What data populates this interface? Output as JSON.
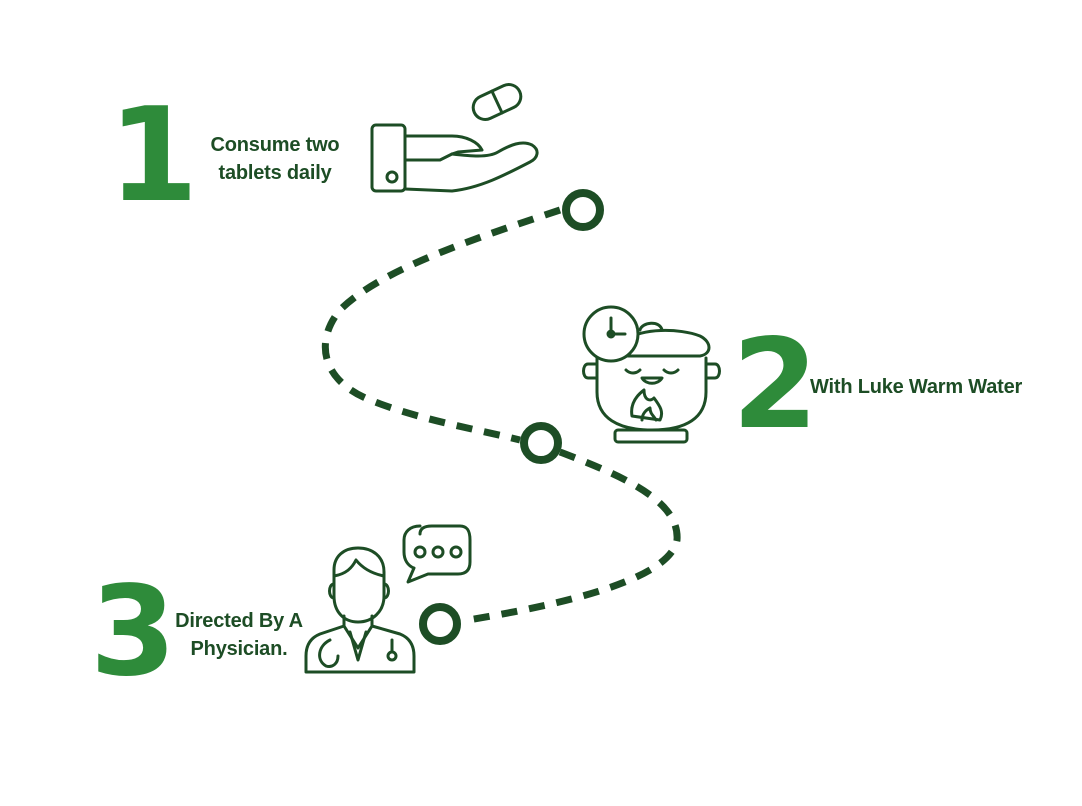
{
  "colors": {
    "accent_green": "#2e8b3a",
    "dark_green": "#1d4d25",
    "background": "#ffffff"
  },
  "steps": [
    {
      "number": "1",
      "line1": "Consume two",
      "line2": "tablets daily",
      "icon": "hand-with-pill-icon"
    },
    {
      "number": "2",
      "line1": "With Luke Warm Water",
      "line2": "",
      "icon": "pot-with-timer-icon"
    },
    {
      "number": "3",
      "line1": "Directed By A",
      "line2": "Physician.",
      "icon": "doctor-with-speech-bubble-icon"
    }
  ]
}
